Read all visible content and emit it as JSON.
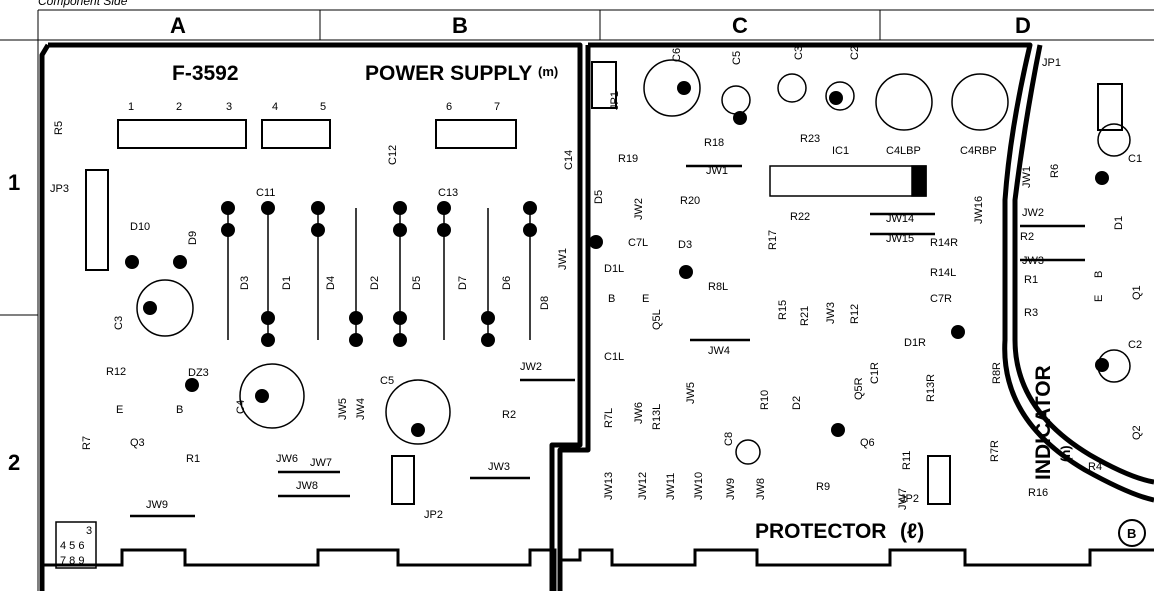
{
  "header_note": "Component Side",
  "grid": {
    "columns": [
      "A",
      "B",
      "C",
      "D"
    ],
    "rows": [
      "1",
      "2"
    ]
  },
  "boards": {
    "power_supply": {
      "code": "F-3592",
      "title": "POWER SUPPLY",
      "suffix": "(m)"
    },
    "protector": {
      "title": "PROTECTOR",
      "suffix": "(ℓ)"
    },
    "indicator": {
      "title": "INDICATOR",
      "suffix": "(n)"
    },
    "circle_marker": "B"
  },
  "connector_pins": {
    "top_row": "3",
    "mid_row": "4 5 6",
    "bottom_row": "7 8 9"
  },
  "power_supply_labels": {
    "pin_numbers": [
      "1",
      "2",
      "3",
      "4",
      "5",
      "6",
      "7"
    ],
    "components": [
      "R5",
      "C12",
      "C14",
      "C11",
      "C13",
      "JP3",
      "D10",
      "D9",
      "D3",
      "D1",
      "D4",
      "D2",
      "D5",
      "D7",
      "D6",
      "D8",
      "JW1",
      "C3",
      "R12",
      "DZ3",
      "E",
      "B",
      "Q3",
      "R7",
      "R1",
      "C4",
      "JW5",
      "JW4",
      "JW6",
      "JW7",
      "JW8",
      "JW9",
      "C5",
      "JW2",
      "R2",
      "JW3",
      "JP2"
    ]
  },
  "protector_labels": {
    "components": [
      "JP1",
      "C6",
      "C5",
      "C3",
      "C2",
      "R18",
      "R23",
      "R19",
      "JW1",
      "IC1",
      "C4LBP",
      "C4RBP",
      "D5",
      "JW2",
      "R20",
      "R17",
      "R22",
      "JW14",
      "JW15",
      "JW16",
      "C7L",
      "D3",
      "D1L",
      "R8L",
      "R14R",
      "R14L",
      "C7R",
      "B",
      "E",
      "Q5L",
      "R15",
      "R21",
      "JW3",
      "R12",
      "C1L",
      "JW4",
      "D1R",
      "R8R",
      "R7L",
      "JW6",
      "R13L",
      "JW5",
      "R10",
      "D2",
      "Q5R",
      "C1R",
      "R13R",
      "C8",
      "Q6",
      "R11",
      "JW13",
      "JW12",
      "JW11",
      "JW10",
      "JW9",
      "JW8",
      "R9",
      "JW7",
      "JP2",
      "R7R"
    ]
  },
  "indicator_labels": {
    "components": [
      "JP1",
      "C1",
      "JW1",
      "R6",
      "D1",
      "JW2",
      "R2",
      "JW3",
      "R1",
      "R3",
      "Q1",
      "E",
      "B",
      "C2",
      "Q2",
      "R4",
      "R16"
    ]
  }
}
